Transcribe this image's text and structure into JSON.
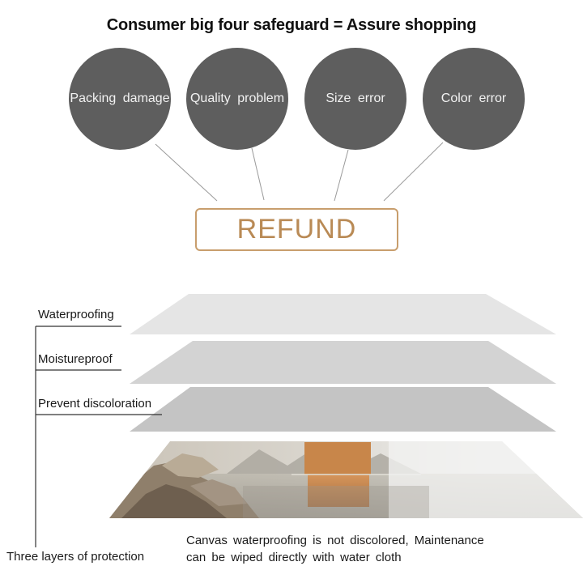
{
  "title": "Consumer big four safeguard = Assure shopping",
  "circles": [
    {
      "label": "Packing damage"
    },
    {
      "label": "Quality problem"
    },
    {
      "label": "Size error"
    },
    {
      "label": "Color error"
    }
  ],
  "refund_label": "REFUND",
  "layers": [
    {
      "label": "Waterproofing"
    },
    {
      "label": "Moistureproof"
    },
    {
      "label": "Prevent discoloration"
    }
  ],
  "protection_label": "Three layers of protection",
  "description": {
    "line1": "Canvas waterproofing is not discolored, Maintenance",
    "line2": "can be wiped directly with water cloth"
  },
  "colors": {
    "circle": "#5e5e5e",
    "refund_accent": "#c89e6d"
  }
}
